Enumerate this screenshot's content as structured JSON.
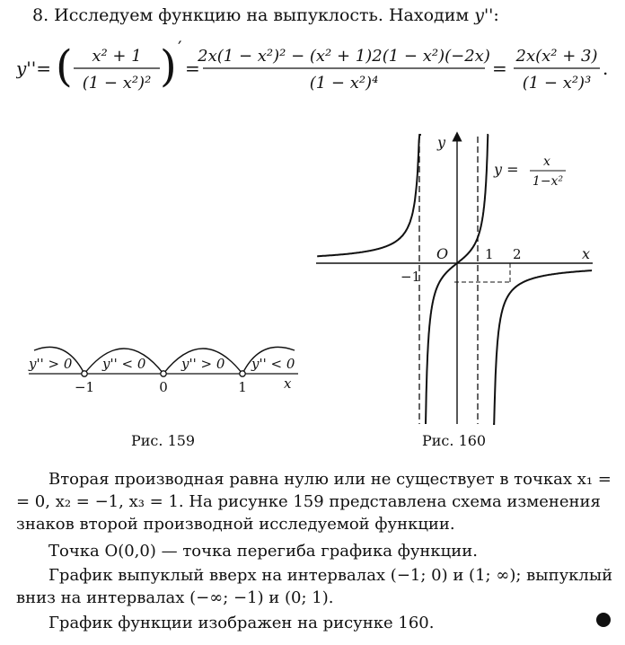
{
  "heading": {
    "text": "8. Исследуем функцию на выпуклость. Находим ",
    "symbol": "y''",
    "colon": ":"
  },
  "formula": {
    "lhs": "y''=",
    "inner_num": "x² + 1",
    "inner_den": "(1 − x²)²",
    "prime": "′",
    "eq1": "=",
    "frac2_num": "2x(1 − x²)² − (x² + 1)2(1 − x²)(−2x)",
    "frac2_den": "(1 − x²)⁴",
    "eq2": "=",
    "frac3_num": "2x(x² + 3)",
    "frac3_den": "(1 − x²)³",
    "period": "."
  },
  "fig159": {
    "caption": "Рис. 159",
    "signs": [
      "y'' > 0",
      "y'' < 0",
      "y'' > 0",
      "y'' < 0"
    ],
    "ticks": [
      "−1",
      "0",
      "1"
    ],
    "axis_label": "x"
  },
  "fig160": {
    "caption": "Рис. 160",
    "y_label": "y",
    "x_label": "x",
    "origin_label": "O",
    "tick_neg1": "−1",
    "tick_1": "1",
    "tick_2": "2",
    "func_lhs": "y =",
    "func_num": "x",
    "func_den": "1−x²"
  },
  "body": {
    "p1": "Вторая производная равна нулю или не существует в точках x₁ = = 0, x₂ = −1, x₃ = 1. На рисунке 159 представлена схема изменения знаков второй производной исследуемой функции.",
    "p2": "Точка O(0,0) — точка перегиба графика функции.",
    "p3": "График выпуклый вверх на интервалах (−1; 0) и (1; ∞); выпуклый вниз на интервалах (−∞; −1) и (0; 1).",
    "p4": "График функции изображен на рисунке 160."
  }
}
